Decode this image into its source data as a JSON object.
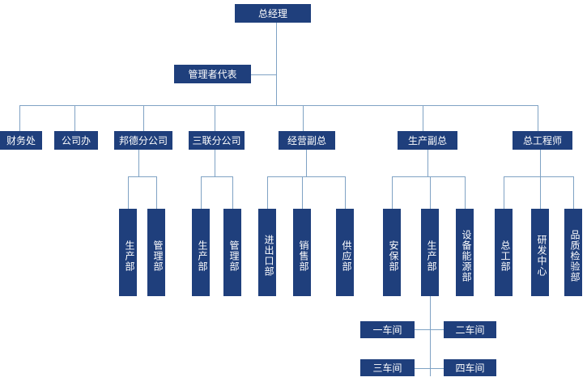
{
  "org_chart": {
    "ceo": "总经理",
    "mgmt_rep": "管理者代表",
    "level2": {
      "finance": "财务处",
      "office": "公司办",
      "bangde": "邦德分公司",
      "sanlian": "三联分公司",
      "business_vp": "经营副总",
      "production_vp": "生产副总",
      "chief_engineer": "总工程师"
    },
    "level3": {
      "bangde_prod": "生产部",
      "bangde_mgmt": "管理部",
      "sanlian_prod": "生产部",
      "sanlian_mgmt": "管理部",
      "import_export": "进出口部",
      "sales": "销售部",
      "supply": "供应部",
      "safety": "安保部",
      "production": "生产部",
      "equipment_energy": "设备能源部",
      "engineering": "总工部",
      "rnd": "研发中心",
      "quality": "品质检验部"
    },
    "workshops": {
      "w1": "一车间",
      "w2": "二车间",
      "w3": "三车间",
      "w4": "四车间"
    }
  }
}
